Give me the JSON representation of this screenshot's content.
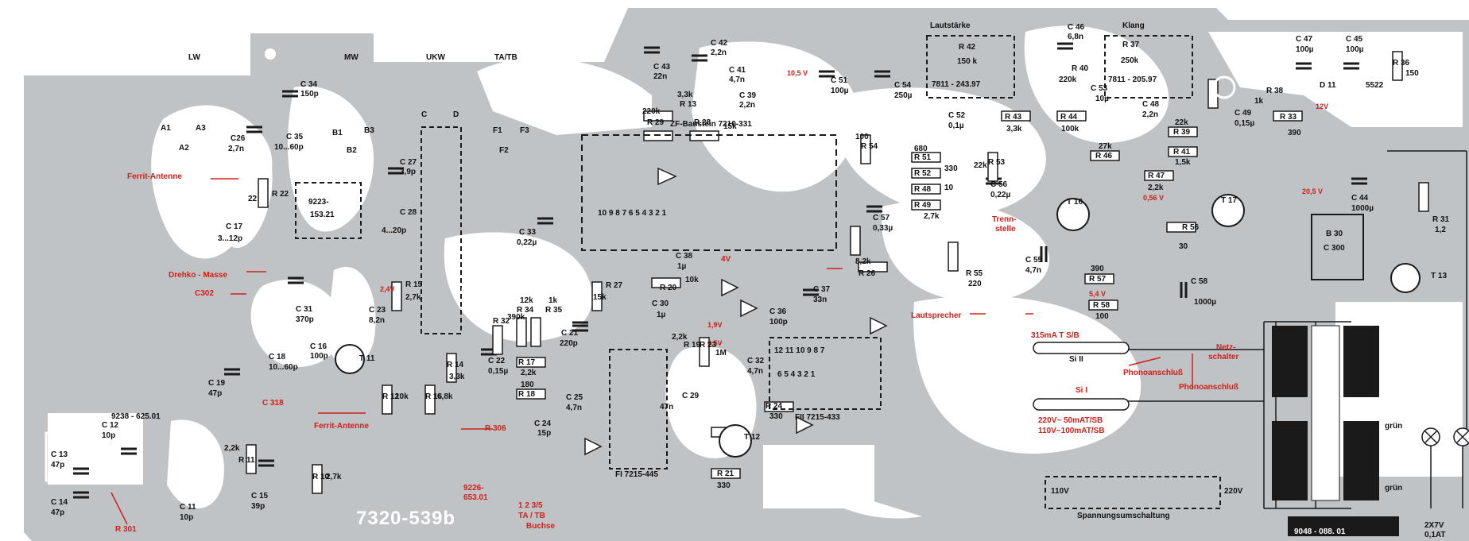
{
  "header": {
    "bands": [
      "LW",
      "MW",
      "UKW",
      "TA/TB"
    ],
    "sections": {
      "lautstaerke": "Lautstärke",
      "klang": "Klang"
    }
  },
  "board": {
    "part_number": "7320-539b",
    "colors": {
      "board": "#bfc3c6",
      "trace": "#ffffff",
      "paper": "#ffffff",
      "ink": "#1a1a1a",
      "annotation": "#d0201a"
    }
  },
  "modules": {
    "zf": "ZF-Baustein 7210-331",
    "zf_pins": "10  9    8  7      6  5     4  3     2  1",
    "fi": "FI 7215-445",
    "fii": "FII 7215-433",
    "fii_pins_top": "12 11 10  9  8  7",
    "fii_pins_bottom": "6   5   4   3   2   1",
    "coil_9223": "9223-",
    "coil_9223b": "153.21",
    "coil_9238": "9238 - 625.01",
    "trafo": "9048 - 088. 01",
    "rectifier": "B 30",
    "rectifier_b": "C 300"
  },
  "annotations_red": {
    "ferrit1": "Ferrit-Antenne",
    "drehko": "Drehko - Masse",
    "c302": "C302",
    "c318": "C 318",
    "ferrit2": "Ferrit-Antenne",
    "r306": "R 306",
    "ref9226": "9226-",
    "ref9226b": "653.01",
    "r301": "R 301",
    "tatb_pins": "1       2      3/5",
    "tatb_a": "TA / TB",
    "tatb_b": "Buchse",
    "trenn": "Trenn-",
    "trenn2": "stelle",
    "lautsprecher": "Lautsprecher",
    "sicherung": "315mA T S/B",
    "netz": "Netz-",
    "netz2": "schalter",
    "phono1": "Phonoanschluß",
    "phono2": "Phonoanschluß",
    "fuse_rating1": "220V~ 50mAT/SB",
    "fuse_rating2": "110V~100mAT/SB",
    "v105": "10,5 V",
    "v4": "4V",
    "v12": "12V",
    "v205": "20,5 V",
    "v54": "5,4 V",
    "v056": "0,56 V",
    "v24": "2,4V",
    "v19": "1,9V",
    "v65": "6,5V",
    "si1": "Si I"
  },
  "labels": {
    "a1": "A1",
    "a2": "A2",
    "a3": "A3",
    "b1": "B1",
    "b2": "B2",
    "b3": "B3",
    "c": "C",
    "d": "D",
    "f1": "F1",
    "f2": "F2",
    "f3": "F3",
    "c34": "C 34",
    "c34v": "150p",
    "c35": "C 35",
    "c35v": "10...60p",
    "c26": "C26",
    "c26v": "2,7n",
    "r22": "R 22",
    "r22v": "22",
    "c27": "C 27",
    "c27v": "3,9p",
    "c28": "C 28",
    "c28v": "4...20p",
    "c17": "C 17",
    "c17v": "3...12p",
    "c31": "C 31",
    "c31v": "370p",
    "c23": "C 23",
    "c23v": "8,2n",
    "r15": "R 15",
    "r15v": "2,7k",
    "c18": "C 18",
    "c18v": "10...60p",
    "c19": "C 19",
    "c19v": "47p",
    "c16": "C 16",
    "c16v": "100p",
    "t11": "T 11",
    "c12": "C 12",
    "c12v": "10p",
    "c13": "C 13",
    "c13v": "47p",
    "c14": "C 14",
    "c14v": "47p",
    "c11": "C 11",
    "c11v": "10p",
    "r11": "R 11",
    "r11v": "2,2k",
    "c15": "C 15",
    "c15v": "39p",
    "r10": "R 10",
    "r10v": "2,7k",
    "r12": "R 12",
    "r12v": "10k",
    "r16": "R 16",
    "r16v": "6,8k",
    "r14": "R 14",
    "r14v": "3,3k",
    "c22": "C 22",
    "c22v": "0,15µ",
    "r17": "R 17",
    "r17v": "2,2k",
    "r18": "R 18",
    "r18v": "180",
    "c24": "C 24",
    "c24v": "15p",
    "c21": "C 21",
    "c21v": "220p",
    "r32": "R 32",
    "r32v": "390k",
    "r34": "R 34",
    "r34v": "12k",
    "r35": "R 35",
    "r35v": "1k",
    "c33": "C 33",
    "c33v": "0,22µ",
    "c43": "C 43",
    "c43v": "22n",
    "c42": "C 42",
    "c42v": "2,2n",
    "c41": "C 41",
    "c41v": "4,7n",
    "r13": "R 13",
    "r13v": "3,3k",
    "c39": "C 39",
    "c39v": "2,2n",
    "r29": "R 29",
    "r29v": "220k",
    "r28": "R 28",
    "r28v": "15k",
    "r27": "R 27",
    "r27v": "15k",
    "c38": "C 38",
    "c38v": "1µ",
    "r20": "R 20",
    "r20v": "10k",
    "c30": "C 30",
    "c30v": "1µ",
    "r19": "R 19",
    "r19v": "2,2k",
    "r23": "R 23",
    "r23v": "1M",
    "c25": "C 25",
    "c25v": "4,7n",
    "c29": "C 29",
    "c29v": "47n",
    "c32": "C 32",
    "c32v": "4,7n",
    "c36": "C 36",
    "c36v": "100p",
    "c37": "C 37",
    "c37v": "33n",
    "r24": "R 24",
    "r24v": "330",
    "r21": "R 21",
    "r21v": "330",
    "t12": "T 12",
    "c51": "C 51",
    "c51v": "100µ",
    "c54": "C 54",
    "c54v": "250µ",
    "r42": "R 42",
    "r42v": "150 k",
    "r42p": "7811 - 243.97",
    "c46": "C 46",
    "c46v": "6,8n",
    "r37": "R 37",
    "r37v": "250k",
    "r37p": "7811 - 205.97",
    "c47": "C 47",
    "c47v": "100µ",
    "c45": "C 45",
    "c45v": "100µ",
    "r36": "R 36",
    "r36v": "150",
    "d11": "D 11",
    "d11v": "5522",
    "r38": "R 38",
    "r38v": "1k",
    "r33": "R 33",
    "r33v": "390",
    "c49": "C 49",
    "c49v": "0,15µ",
    "r40": "R 40",
    "r40v": "220k",
    "c53": "C 53",
    "c53v": "10µ",
    "c52": "C 52",
    "c52v": "0,1µ",
    "r43": "R 43",
    "r43v": "3,3k",
    "r44": "R 44",
    "r44v": "100k",
    "c48": "C 48",
    "c48v": "2,2n",
    "r39": "R 39",
    "r39v": "22k",
    "r41": "R 41",
    "r41v": "1,5k",
    "r46": "R 46",
    "r46v": "27k",
    "r47": "R 47",
    "r47v": "2,2k",
    "r54": "R 54",
    "r54v": "100",
    "r51": "R 51",
    "r51v": "680",
    "r52": "R 52",
    "r52v": "330",
    "r48": "R 48",
    "r48v": "10",
    "r49": "R 49",
    "r49v": "2,7k",
    "r53": "R 53",
    "r53v": "22k",
    "c56": "C 56",
    "c56v": "0,22µ",
    "c57": "C 57",
    "c57v": "0,33µ",
    "r26": "R 26",
    "r26v": "8,2k",
    "t16": "T 16",
    "t17": "T 17",
    "r56": "R 56",
    "r56v": "30",
    "r55": "R 55",
    "r55v": "220",
    "c55": "C 55",
    "c55v": "4,7n",
    "r57": "R 57",
    "r57v": "390",
    "r58": "R 58",
    "r58v": "100",
    "c58": "C 58",
    "c58v": "1000µ",
    "c44": "C 44",
    "c44v": "1000µ",
    "r31": "R 31",
    "r31v": "1,2",
    "t13": "T 13",
    "gruen": "grün",
    "lamp": "2X7V",
    "lamp2": "0,1AT",
    "si2": "Si II",
    "s110": "110V",
    "s220": "220V",
    "spannung": "Spannungsumschaltung"
  }
}
